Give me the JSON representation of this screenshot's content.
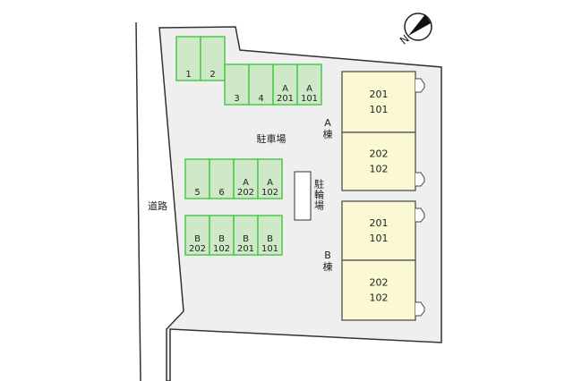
{
  "labels": {
    "parking": "駐車場",
    "bicycle_parking": "駐輪場",
    "road": "道路",
    "building_a": "A棟",
    "building_b": "B棟",
    "north": "N"
  },
  "colors": {
    "parking_space": "#cfe8c8",
    "parking_border": "#4cc94c",
    "building": "#fbf9d4",
    "ground": "#efefef"
  },
  "spaces_top": [
    {
      "line1": "",
      "line2": "1"
    },
    {
      "line1": "",
      "line2": "2"
    }
  ],
  "spaces_row2": [
    {
      "line1": "",
      "line2": "3"
    },
    {
      "line1": "",
      "line2": "4"
    },
    {
      "line1": "A",
      "line2": "201"
    },
    {
      "line1": "A",
      "line2": "101"
    }
  ],
  "spaces_row3": [
    {
      "line1": "",
      "line2": "5"
    },
    {
      "line1": "",
      "line2": "6"
    },
    {
      "line1": "A",
      "line2": "202"
    },
    {
      "line1": "A",
      "line2": "102"
    }
  ],
  "spaces_row4": [
    {
      "line1": "B",
      "line2": "202"
    },
    {
      "line1": "B",
      "line2": "102"
    },
    {
      "line1": "B",
      "line2": "201"
    },
    {
      "line1": "B",
      "line2": "101"
    }
  ],
  "units": [
    {
      "upper": "201",
      "lower": "101"
    },
    {
      "upper": "202",
      "lower": "102"
    },
    {
      "upper": "201",
      "lower": "101"
    },
    {
      "upper": "202",
      "lower": "102"
    }
  ]
}
